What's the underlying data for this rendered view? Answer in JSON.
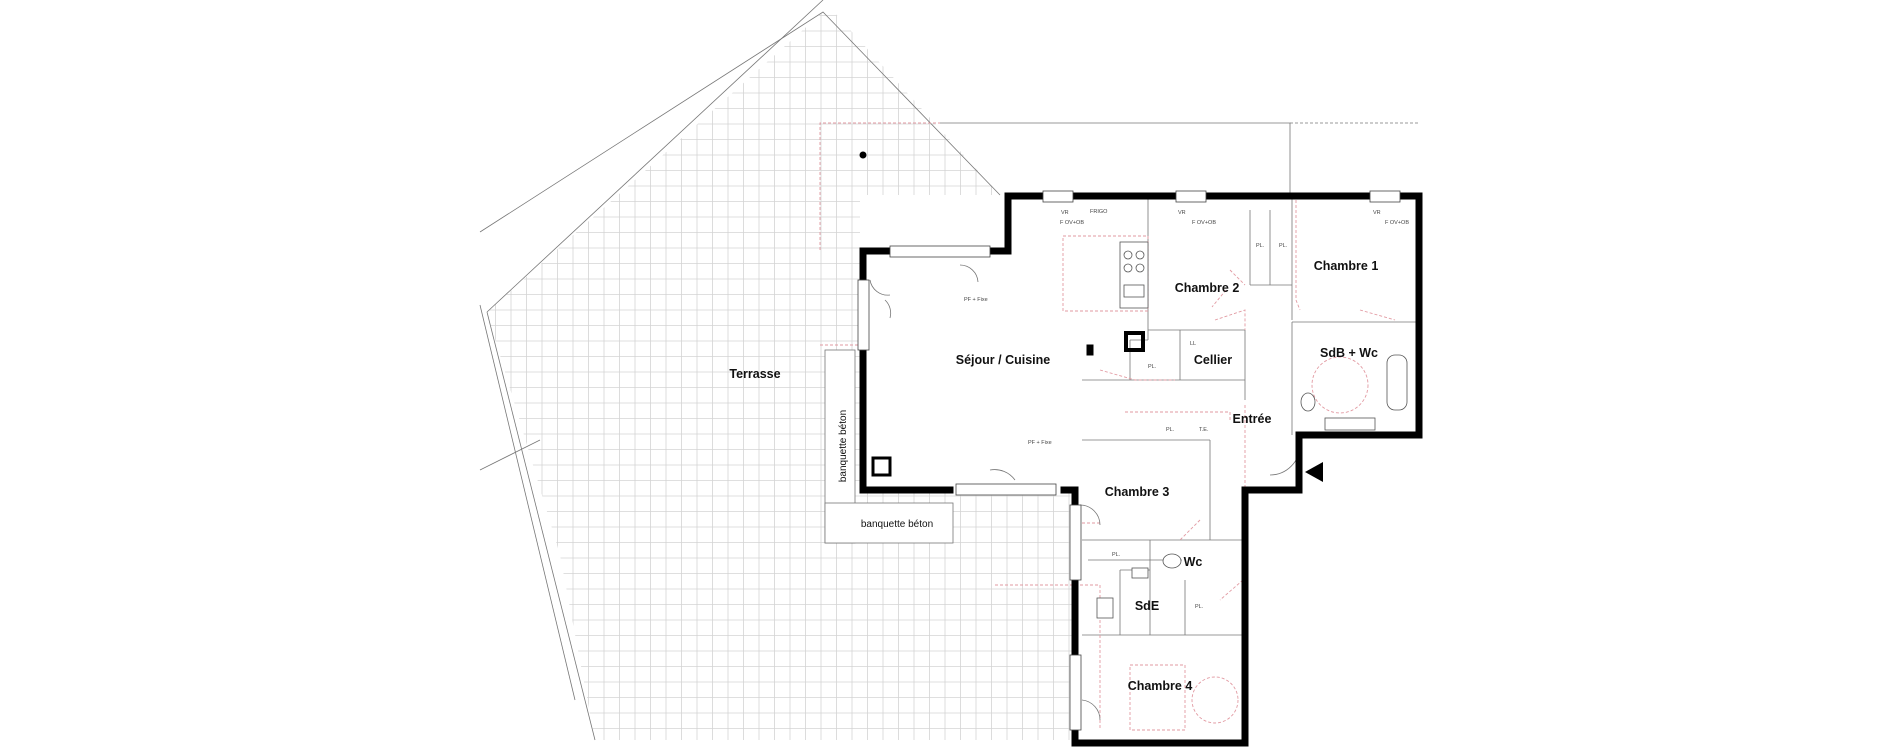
{
  "rooms": {
    "terrasse": "Terrasse",
    "sejour_cuisine": "Séjour / Cuisine",
    "chambre_1": "Chambre 1",
    "chambre_2": "Chambre 2",
    "chambre_3": "Chambre 3",
    "chambre_4": "Chambre 4",
    "cellier": "Cellier",
    "sdb_wc": "SdB + Wc",
    "entree": "Entrée",
    "wc": "Wc",
    "sde": "SdE"
  },
  "benches": {
    "vertical": "banquette béton",
    "horizontal": "banquette béton"
  },
  "annotations": {
    "pl": "PL.",
    "te": "T.E.",
    "ll": "LL",
    "pf_fixe": "PF + Fixe",
    "frigo": "FRIGO",
    "f_ov_ob": "F OV+OB",
    "vr": "VR"
  },
  "colors": {
    "wall": "#000000",
    "terrace_grid": "#d4d4d4",
    "dashed_furniture": "#e29aa2",
    "background": "#ffffff"
  }
}
